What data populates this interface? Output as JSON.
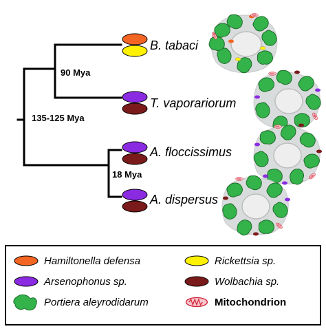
{
  "nodes": {
    "root": "135-125 Mya",
    "bemisia_trialeurodes": "90 Mya",
    "aleurodicus": "18 Mya"
  },
  "taxa": [
    {
      "name": "B. tabaci",
      "endosymbionts": [
        "Hamiltonella defensa",
        "Rickettsia sp."
      ]
    },
    {
      "name": "T. vaporariorum",
      "endosymbionts": [
        "Arsenophonus sp.",
        "Wolbachia sp."
      ]
    },
    {
      "name": "A. floccissimus",
      "endosymbionts": [
        "Arsenophonus sp.",
        "Wolbachia sp."
      ]
    },
    {
      "name": "A. dispersus",
      "endosymbionts": [
        "Arsenophonus sp.",
        "Wolbachia sp."
      ]
    }
  ],
  "legend": {
    "items": [
      {
        "label": "Hamiltonella defensa",
        "color": "#f26522",
        "style": "italic"
      },
      {
        "label": "Rickettsia sp.",
        "color": "#fff200",
        "style": "italic"
      },
      {
        "label": "Arsenophonus sp.",
        "color": "#8a2be2",
        "style": "italic"
      },
      {
        "label": "Wolbachia sp.",
        "color": "#7a1a1a",
        "style": "italic"
      },
      {
        "label": "Portiera aleyrodidarum",
        "color": "#33b34a",
        "style": "italic"
      },
      {
        "label": "Mitochondrion",
        "color": "#f4a6b0",
        "style": "bold"
      }
    ]
  }
}
